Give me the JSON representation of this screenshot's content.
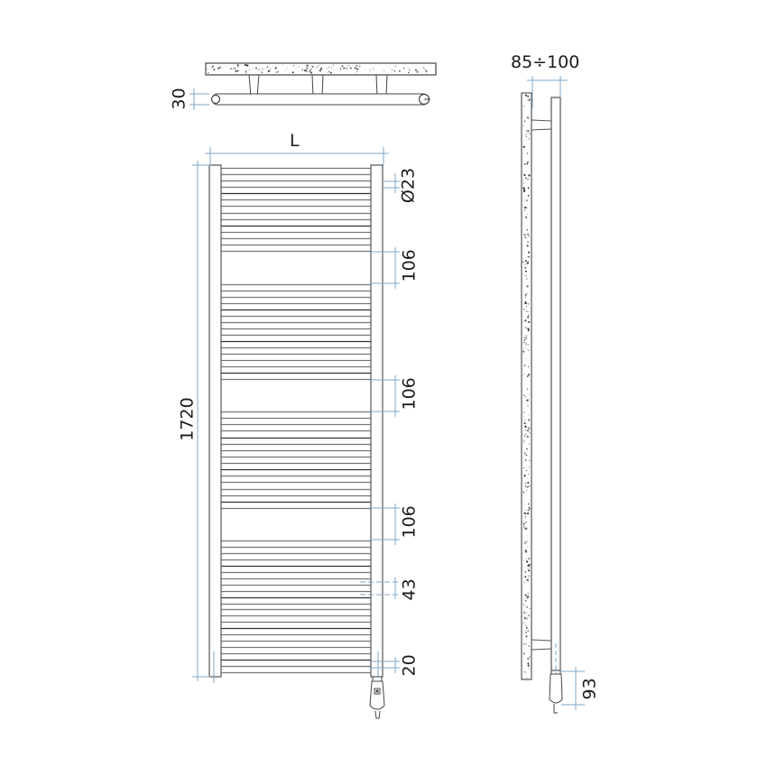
{
  "drawing": {
    "title": "Towel radiator technical drawing",
    "views": [
      "top-view",
      "front-view",
      "side-view"
    ],
    "colors": {
      "line": "#555555",
      "dimension": "#7fa7c9",
      "text": "#1a1a1a",
      "speckle": "#222222"
    }
  },
  "top_view": {
    "depth_label": "30"
  },
  "front_view": {
    "width_label": "L",
    "height_label": "1720",
    "tube_diameter_label": "Ø23",
    "gap_labels": [
      "106",
      "106",
      "106"
    ],
    "bar_pitch_label": "43",
    "bottom_offset_label": "20",
    "bar_groups": [
      {
        "start": 186,
        "end": 278,
        "count": 14
      },
      {
        "start": 315,
        "end": 420,
        "count": 16
      },
      {
        "start": 456,
        "end": 563,
        "count": 16
      },
      {
        "start": 599,
        "end": 745,
        "count": 22
      }
    ]
  },
  "side_view": {
    "wall_distance_label": "85÷100",
    "heater_length_label": "93"
  }
}
